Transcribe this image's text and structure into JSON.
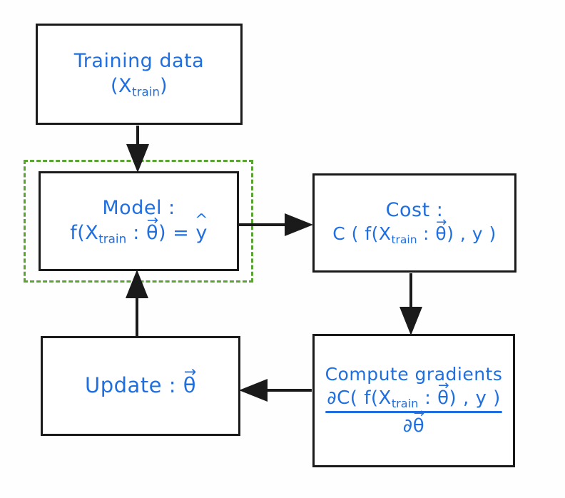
{
  "diagram": {
    "title": "Training loop flowchart",
    "ink_color": "#1f6fe0",
    "box_color": "#1a1a1a",
    "highlight_color": "#5aa432",
    "background": "#fefefe"
  },
  "nodes": {
    "training_data": {
      "name": "Training data",
      "line1": "Training data",
      "line2_open": "(X",
      "line2_sub": "train",
      "line2_close": ")"
    },
    "model": {
      "name": "Model",
      "line1": "Model :",
      "expr_prefix": "f(X",
      "expr_sub": "train",
      "expr_sep": " : ",
      "expr_theta": "θ",
      "expr_vec_arrow": "→",
      "expr_mid": ") = ",
      "expr_yhat": "y",
      "expr_hat": "^"
    },
    "cost": {
      "name": "Cost",
      "line1": "Cost :",
      "expr_prefix": "C ( f(X",
      "expr_sub": "train",
      "expr_sep": " : ",
      "expr_theta": "θ",
      "expr_vec_arrow": "→",
      "expr_suffix": ") , y )"
    },
    "compute_gradients": {
      "name": "Compute gradients",
      "line1": "Compute gradients",
      "numerator_prefix": "∂C( f(X",
      "numerator_sub": "train",
      "numerator_sep": " : ",
      "numerator_theta": "θ",
      "numerator_vec_arrow": "→",
      "numerator_suffix": ") , y )",
      "denominator_partial": "∂",
      "denominator_theta": "θ",
      "denominator_vec_arrow": "→"
    },
    "update": {
      "name": "Update",
      "line1_prefix": "Update : ",
      "line1_theta": "θ",
      "line1_vec_arrow": "→"
    }
  },
  "edges": [
    {
      "id": "training-to-model",
      "from": "training_data",
      "to": "model",
      "direction": "down"
    },
    {
      "id": "model-to-cost",
      "from": "model",
      "to": "cost",
      "direction": "right"
    },
    {
      "id": "cost-to-gradients",
      "from": "cost",
      "to": "compute_gradients",
      "direction": "down"
    },
    {
      "id": "gradients-to-update",
      "from": "compute_gradients",
      "to": "update",
      "direction": "left"
    },
    {
      "id": "update-to-model",
      "from": "update",
      "to": "model",
      "direction": "up"
    }
  ]
}
